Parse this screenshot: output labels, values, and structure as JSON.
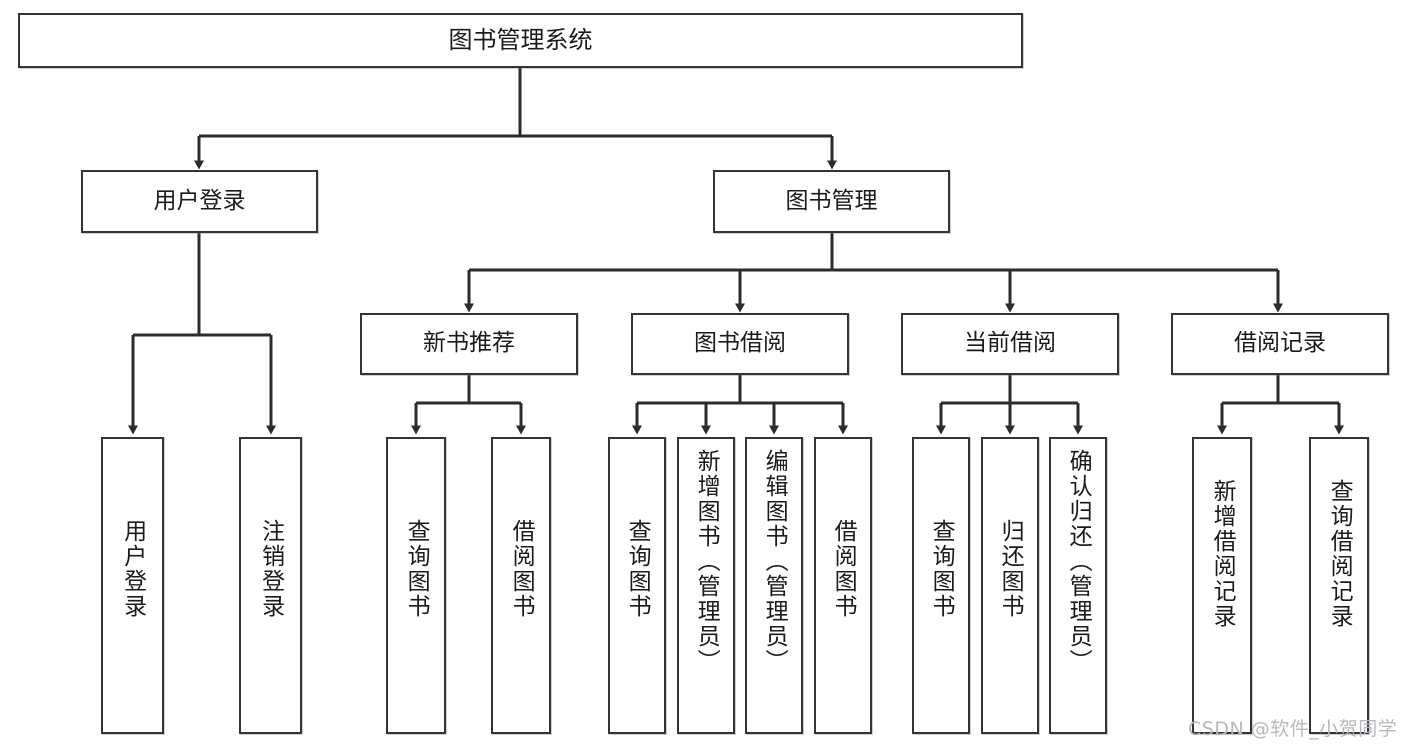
{
  "diagram": {
    "title": "图书管理系统",
    "type": "tree",
    "watermark": "CSDN @软件_小贺同学",
    "colors": {
      "border": "#33333a",
      "background": "#ffffff",
      "text": "#1b1b1f",
      "wire": "#2b2b30",
      "watermark": "#b9b9bd"
    },
    "levels": {
      "root": {
        "label": "图书管理系统"
      },
      "level2": [
        {
          "label": "用户登录"
        },
        {
          "label": "图书管理"
        }
      ],
      "level3": [
        {
          "label": "新书推荐"
        },
        {
          "label": "图书借阅"
        },
        {
          "label": "当前借阅"
        },
        {
          "label": "借阅记录"
        }
      ]
    },
    "nodes": {
      "root": "图书管理系统",
      "user_login": "用户登录",
      "book_admin": "图书管理",
      "new_book_rec": "新书推荐",
      "book_borrow": "图书借阅",
      "current_borrow": "当前借阅",
      "borrow_record": "借阅记录",
      "leaf_user_login": "用户登录",
      "leaf_user_logout": "注销登录",
      "leaf_query_book_1": "查询图书",
      "leaf_borrow_book_1": "借阅图书",
      "leaf_query_book_2": "查询图书",
      "leaf_add_book_admin": "新增图书（管理员）",
      "leaf_edit_book_admin": "编辑图书（管理员）",
      "leaf_borrow_book_2": "借阅图书",
      "leaf_query_book_3": "查询图书",
      "leaf_return_book": "归还图书",
      "leaf_confirm_return_admin": "确认归还（管理员）",
      "leaf_add_record": "新增借阅记录",
      "leaf_query_record": "查询借阅记录"
    },
    "edges": [
      {
        "from": "root",
        "to": "user_login"
      },
      {
        "from": "root",
        "to": "book_admin"
      },
      {
        "from": "user_login",
        "to": "leaf_user_login"
      },
      {
        "from": "user_login",
        "to": "leaf_user_logout"
      },
      {
        "from": "book_admin",
        "to": "new_book_rec"
      },
      {
        "from": "book_admin",
        "to": "book_borrow"
      },
      {
        "from": "book_admin",
        "to": "current_borrow"
      },
      {
        "from": "book_admin",
        "to": "borrow_record"
      },
      {
        "from": "new_book_rec",
        "to": "leaf_query_book_1"
      },
      {
        "from": "new_book_rec",
        "to": "leaf_borrow_book_1"
      },
      {
        "from": "book_borrow",
        "to": "leaf_query_book_2"
      },
      {
        "from": "book_borrow",
        "to": "leaf_add_book_admin"
      },
      {
        "from": "book_borrow",
        "to": "leaf_edit_book_admin"
      },
      {
        "from": "book_borrow",
        "to": "leaf_borrow_book_2"
      },
      {
        "from": "current_borrow",
        "to": "leaf_query_book_3"
      },
      {
        "from": "current_borrow",
        "to": "leaf_return_book"
      },
      {
        "from": "current_borrow",
        "to": "leaf_confirm_return_admin"
      },
      {
        "from": "borrow_record",
        "to": "leaf_add_record"
      },
      {
        "from": "borrow_record",
        "to": "leaf_query_record"
      }
    ]
  }
}
